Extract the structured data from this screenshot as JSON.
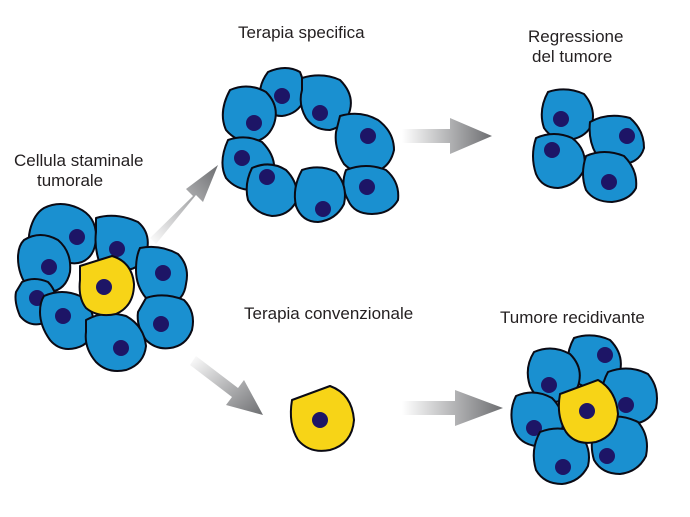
{
  "labels": {
    "stem_cell": [
      "Cellula staminale",
      "tumorale"
    ],
    "specific_therapy": "Terapia specifica",
    "regression": [
      "Regressione",
      "del tumore"
    ],
    "conventional_therapy": "Terapia convenzionale",
    "recurrent_tumor": "Tumore recidivante"
  },
  "colors": {
    "cancer_cell": "#1a90d0",
    "stem_cell": "#f7d417",
    "nucleus": "#1d1566",
    "outline": "#0a0a14",
    "arrow": "#6d6e71"
  }
}
